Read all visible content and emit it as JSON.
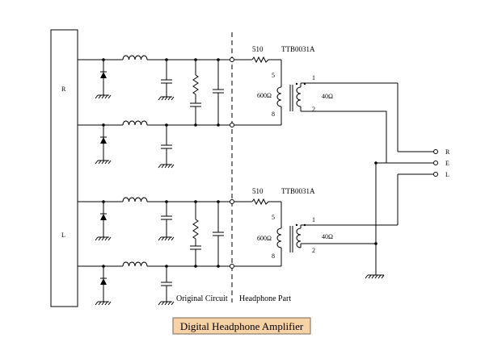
{
  "block": {
    "top_label": "R",
    "bottom_label": "L"
  },
  "channels": [
    {
      "resistor": "510",
      "transformer": "TTB0031A",
      "pin_a": "5",
      "pin_b": "8",
      "impedance_in": "600Ω",
      "pin_out1": "1",
      "pin_out2": "2",
      "impedance_out": "40Ω"
    },
    {
      "resistor": "510",
      "transformer": "TTB0031A",
      "pin_a": "5",
      "pin_b": "8",
      "impedance_in": "600Ω",
      "pin_out1": "1",
      "pin_out2": "2",
      "impedance_out": "40Ω"
    }
  ],
  "outputs": [
    "R",
    "E",
    "L"
  ],
  "sections": {
    "left": "Original Circuit",
    "right": "Headphone Part"
  },
  "caption": "Digital Headphone Amplifier",
  "colors": {
    "caption_bg": "#f7d2a7",
    "ink": "#000000"
  }
}
